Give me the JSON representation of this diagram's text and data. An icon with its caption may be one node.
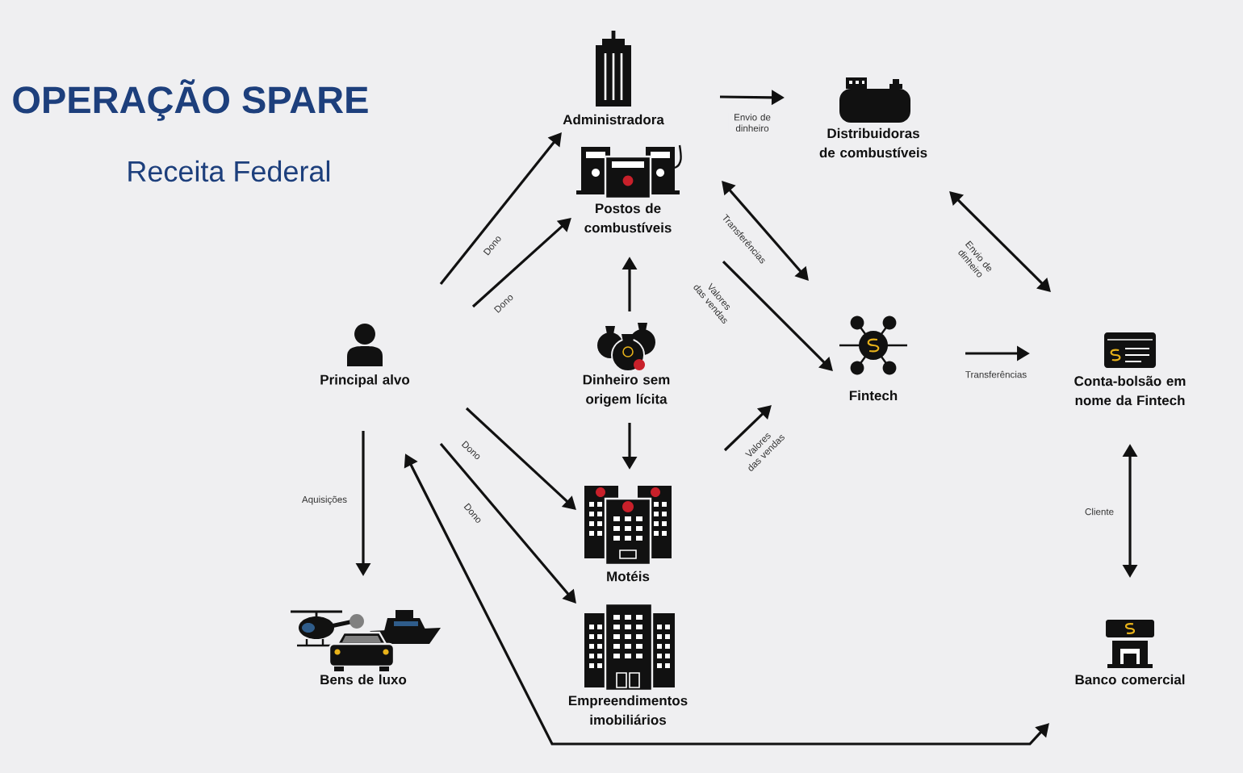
{
  "diagram": {
    "title": "OPERAÇÃO SPARE",
    "nodes": [
      {
        "text": [
          "Administradora"
        ]
      },
      {
        "text": [
          "Distribuidoras de combustíveis"
        ]
      },
      {
        "text": [
          "Postos de combustíveis"
        ]
      },
      {
        "text": [
          "Principal alvo"
        ]
      },
      {
        "text": [
          "Dinheiro sem origem lícita"
        ]
      },
      {
        "text": [
          "Fintech"
        ]
      },
      {
        "text": [
          "Conta-bolsão em nome da Fintech"
        ]
      },
      {
        "text": [
          "Motéis"
        ]
      },
      {
        "text": [
          "Bens de luxo"
        ]
      },
      {
        "text": [
          "Banco comercial"
        ]
      },
      {
        "text": [
          "Empreendimentos imobiliários"
        ]
      }
    ],
    "edges": [
      {
        "from": 0,
        "to": 1,
        "arrow": "to",
        "label": "Envio de dinheiro"
      },
      {
        "from": 3,
        "to": 0,
        "arrow": "to",
        "label": "Dono"
      },
      {
        "from": 3,
        "to": 2,
        "arrow": "to",
        "label": "Dono"
      },
      {
        "from": 4,
        "to": 2,
        "arrow": "to"
      },
      {
        "from": 2,
        "to": 5,
        "arrow": "both",
        "label": "Transferências"
      },
      {
        "from": 2,
        "to": 5,
        "arrow": "to",
        "label": "Valores das vendas"
      },
      {
        "from": 1,
        "to": 6,
        "arrow": "both",
        "label": "Envio de dinheiro"
      },
      {
        "from": 5,
        "to": 6,
        "arrow": "to",
        "label": "Transferências"
      },
      {
        "from": 3,
        "to": 7,
        "arrow": "to",
        "label": "Dono"
      },
      {
        "from": 3,
        "to": 10,
        "arrow": "to",
        "label": "Dono"
      },
      {
        "from": 4,
        "to": 7,
        "arrow": "to"
      },
      {
        "from": 7,
        "to": 5,
        "arrow": "to",
        "label": "Valores das vendas"
      },
      {
        "from": 3,
        "to": 8,
        "arrow": "to",
        "label": "Aquisições"
      },
      {
        "from": 6,
        "to": 9,
        "arrow": "both",
        "label": "Cliente"
      },
      {
        "from": 3,
        "to": 9,
        "arrow": "both"
      }
    ],
    "labels": [
      "Receita Federal"
    ]
  }
}
